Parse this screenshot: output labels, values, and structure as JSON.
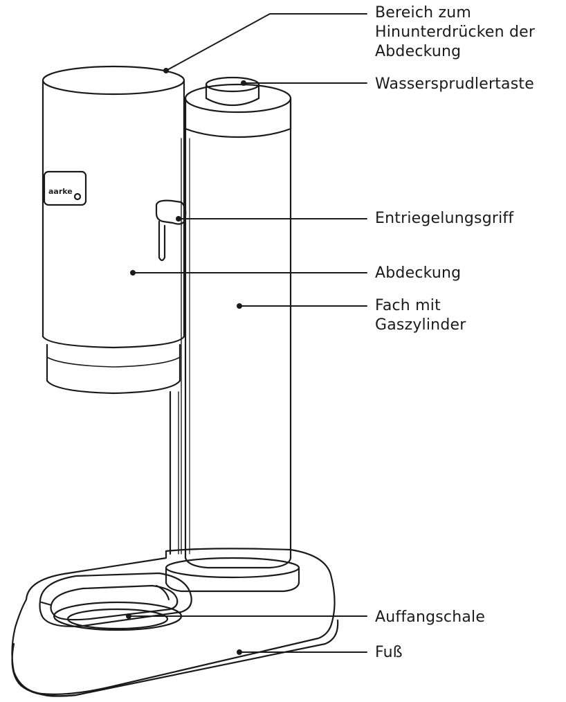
{
  "brand": "aarke",
  "callouts": {
    "pressing_area": "Bereich zum\nHinunterdrücken der\nAbdeckung",
    "sparkle_button": "Wassersprudlertaste",
    "release_handle": "Entriegelungsgriff",
    "cover": "Abdeckung",
    "cylinder_compartment": "Fach mit\nGaszylinder",
    "drip_tray": "Auffangschale",
    "foot": "Fuß"
  },
  "colors": {
    "line": "#1a1a1a",
    "background": "#ffffff"
  }
}
